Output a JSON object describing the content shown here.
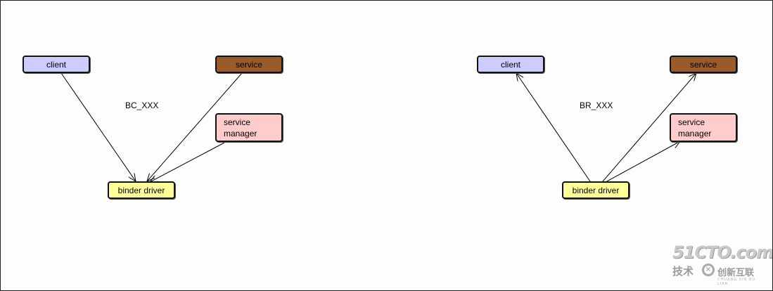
{
  "left_diagram": {
    "client": "client",
    "service": "service",
    "service_manager_line1": "service",
    "service_manager_line2": "manager",
    "binder_driver": "binder driver",
    "command_label": "BC_XXX"
  },
  "right_diagram": {
    "client": "client",
    "service": "service",
    "service_manager_line1": "service",
    "service_manager_line2": "manager",
    "binder_driver": "binder driver",
    "command_label": "BR_XXX"
  },
  "colors": {
    "client": "#ccccff",
    "service": "#9a5b2a",
    "service_manager": "#ffcccc",
    "binder_driver": "#ffff99"
  },
  "watermark": {
    "brand": "51CTO.com",
    "sub": "技术",
    "name": "创新互联",
    "logo_icon": "circle-x-logo",
    "tag": "CHUANG XIN HU LIAN"
  }
}
